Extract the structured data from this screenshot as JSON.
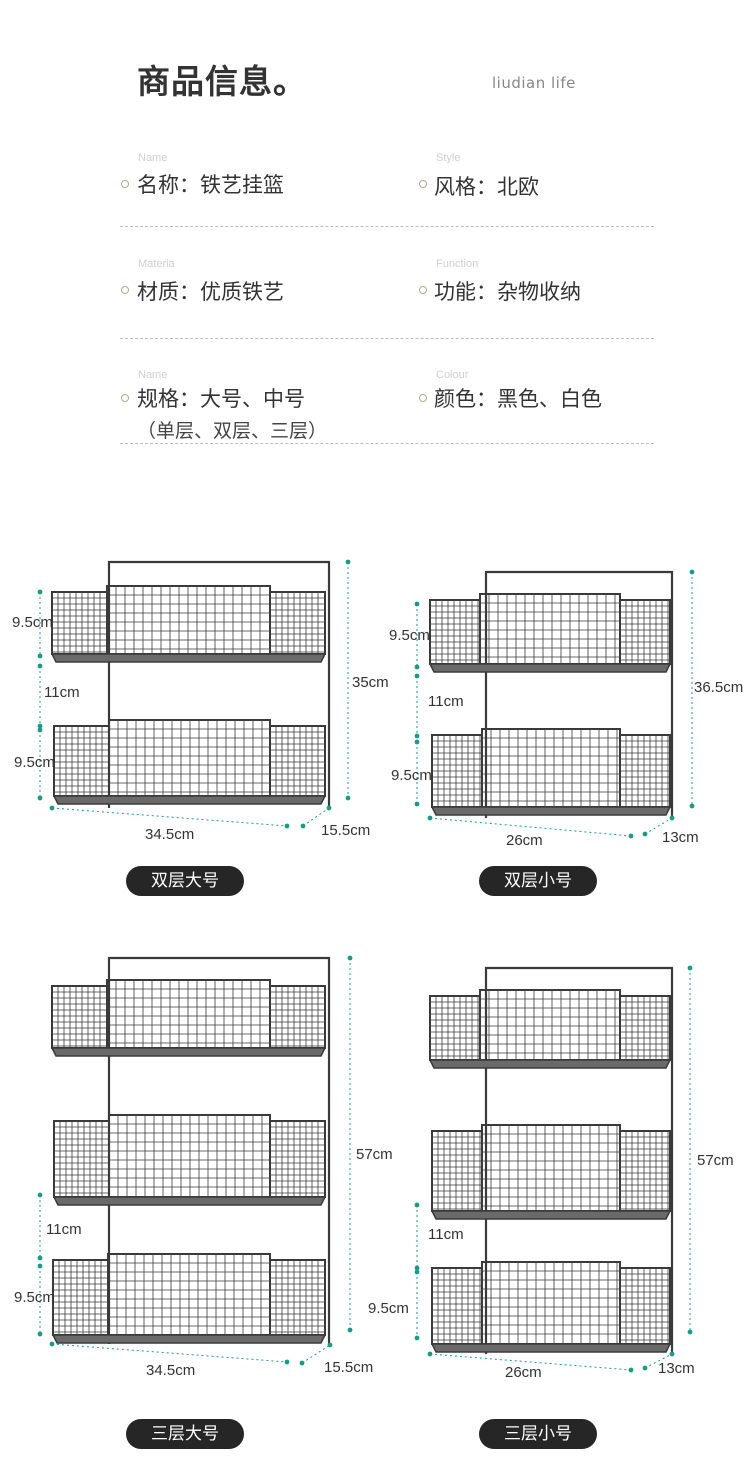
{
  "header": {
    "title": "商品信息。",
    "brand": "liudian life"
  },
  "info": [
    {
      "en": "Name",
      "text": "名称：铁艺挂篮"
    },
    {
      "en": "Style",
      "text": "风格：北欧"
    },
    {
      "en": "Materia",
      "text": "材质：优质铁艺"
    },
    {
      "en": "Function",
      "text": "功能：杂物收纳"
    },
    {
      "en": "Name",
      "text": "规格：大号、中号",
      "sub": "（单层、双层、三层）"
    },
    {
      "en": "Colour",
      "text": "颜色：黑色、白色"
    }
  ],
  "products": [
    {
      "label": "双层大号",
      "dims": [
        "9.5cm",
        "11cm",
        "9.5cm",
        "35cm",
        "34.5cm",
        "15.5cm"
      ]
    },
    {
      "label": "双层小号",
      "dims": [
        "9.5cm",
        "11cm",
        "9.5cm",
        "36.5cm",
        "26cm",
        "13cm"
      ]
    },
    {
      "label": "三层大号",
      "dims": [
        "11cm",
        "9.5cm",
        "57cm",
        "34.5cm",
        "15.5cm"
      ]
    },
    {
      "label": "三层小号",
      "dims": [
        "11cm",
        "9.5cm",
        "57cm",
        "26cm",
        "13cm"
      ]
    }
  ],
  "colors": {
    "accent": "#1a9b8a",
    "wire": "#3a3a3a",
    "pill": "#262626"
  }
}
